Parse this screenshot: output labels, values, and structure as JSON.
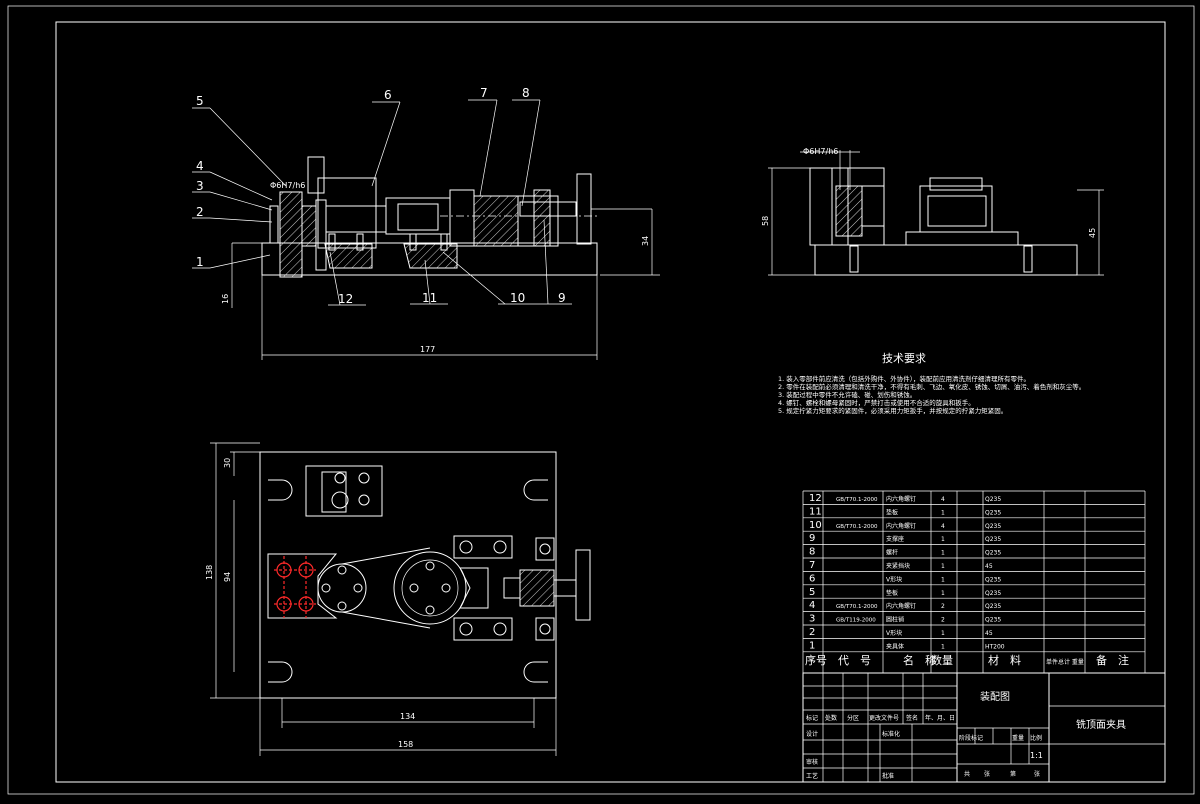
{
  "drawing": {
    "balloons": [
      "1",
      "2",
      "3",
      "4",
      "5",
      "6",
      "7",
      "8",
      "9",
      "10",
      "11",
      "12"
    ],
    "fit_label": "Φ6H7/h6",
    "dims": {
      "front_length": "177",
      "front_height_left": "16",
      "front_height_right": "34",
      "side_height_left": "58",
      "side_height_right": "45",
      "plan_top": "30",
      "plan_height_outer": "138",
      "plan_height_inner": "94",
      "plan_width_inner": "134",
      "plan_width_outer": "158"
    }
  },
  "tech_req": {
    "title": "技术要求",
    "lines": [
      "1. 装入零部件前应清洗（包括外购件、外协件），装配前应用清洗剂仔细清理所有零件。",
      "2. 零件在装配前必须清理和清洗干净，不得有毛刺、飞边、氧化皮、锈蚀、切屑、油污、着色剂和灰尘等。",
      "3. 装配过程中零件不允许磕、碰、划伤和锈蚀。",
      "4. 螺钉、螺栓和螺母紧固时，严禁打击或使用不合适的旋具和扳手。",
      "5. 规定拧紧力矩要求的紧固件，必须采用力矩扳手，并按规定的拧紧力矩紧固。"
    ]
  },
  "bom": {
    "header": [
      "序号",
      "代　号",
      "名　称",
      "数量",
      "材　料",
      "单件总计 重量",
      "备　注"
    ],
    "rows": [
      [
        "12",
        "GB/T70.1-2000",
        "内六角螺钉",
        "4",
        "Q235"
      ],
      [
        "11",
        "",
        "垫板",
        "1",
        "Q235"
      ],
      [
        "10",
        "GB/T70.1-2000",
        "内六角螺钉",
        "4",
        "Q235"
      ],
      [
        "9",
        "",
        "支撑座",
        "1",
        "Q235"
      ],
      [
        "8",
        "",
        "螺杆",
        "1",
        "Q235"
      ],
      [
        "7",
        "",
        "夹紧挡块",
        "1",
        "45"
      ],
      [
        "6",
        "",
        "V形块",
        "1",
        "Q235"
      ],
      [
        "5",
        "",
        "垫板",
        "1",
        "Q235"
      ],
      [
        "4",
        "GB/T70.1-2000",
        "内六角螺钉",
        "2",
        "Q235"
      ],
      [
        "3",
        "GB/T119-2000",
        "圆柱销",
        "2",
        "Q235"
      ],
      [
        "2",
        "",
        "V形块",
        "1",
        "45"
      ],
      [
        "1",
        "",
        "夹具体",
        "1",
        "HT200"
      ]
    ]
  },
  "title_block": {
    "drawing_name": "装配图",
    "part_name": "铣顶面夹具",
    "scale": "1:1",
    "row_labels": [
      "标记",
      "处数",
      "分区",
      "更改文件号",
      "签名",
      "年、月、日"
    ],
    "left_labels": [
      "设计",
      "审核",
      "工艺"
    ],
    "mid_labels": [
      "标准化",
      "批准"
    ],
    "stage_labels": [
      "阶段标记",
      "重量",
      "比例"
    ],
    "sheet_labels": [
      "共",
      "张",
      "第",
      "张"
    ]
  }
}
